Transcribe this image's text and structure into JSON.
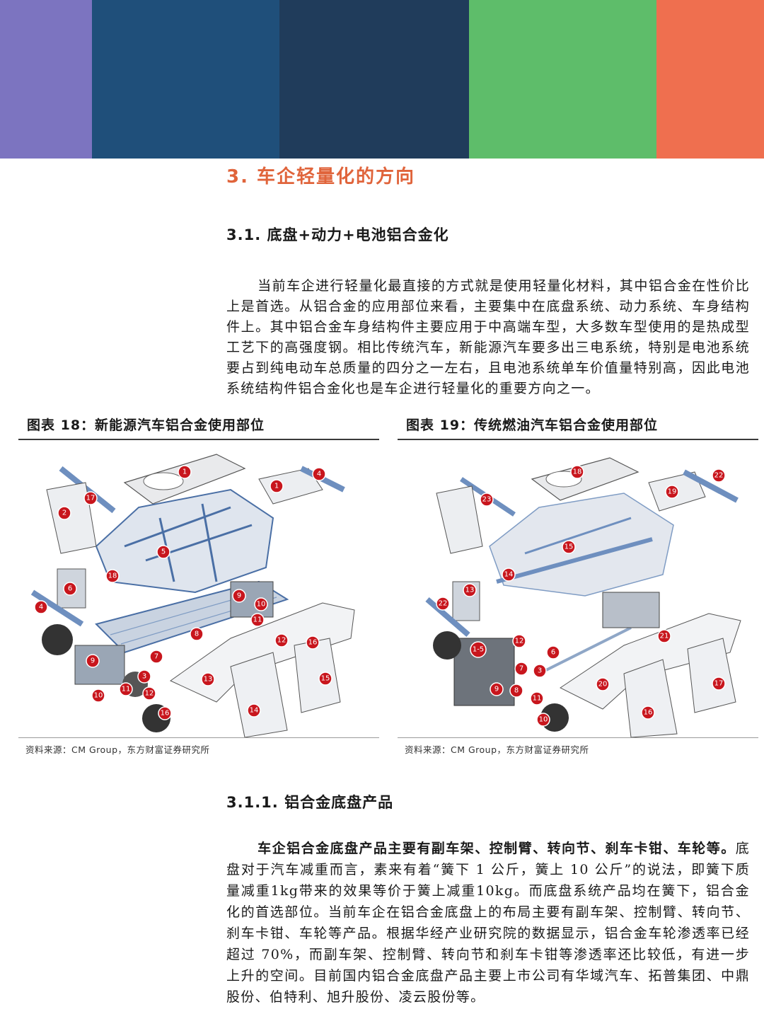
{
  "stripes": [
    {
      "color": "#7c74c0"
    },
    {
      "color": "#1f4f7a"
    },
    {
      "color": "#203c5b"
    },
    {
      "color": "#5ebd6a"
    },
    {
      "color": "#ef6f4f"
    }
  ],
  "section": {
    "title": "3. 车企轻量化的方向",
    "color": "#e0643b"
  },
  "subsection_1": {
    "title": "3.1. 底盘+动力+电池铝合金化"
  },
  "paragraph_1": "当前车企进行轻量化最直接的方式就是使用轻量化材料，其中铝合金在性价比上是首选。从铝合金的应用部位来看，主要集中在底盘系统、动力系统、车身结构件上。其中铝合金车身结构件主要应用于中高端车型，大多数车型使用的是热成型工艺下的高强度钢。相比传统汽车，新能源汽车要多出三电系统，特别是电池系统要占到纯电动车总质量的四分之一左右，且电池系统单车价值量特别高，因此电池系统结构件铝合金化也是车企进行轻量化的重要方向之一。",
  "figure_18": {
    "caption": "图表 18：新能源汽车铝合金使用部位",
    "source": "资料来源：CM Group，东方财富证券研究所",
    "markers": [
      "1",
      "1",
      "4",
      "17",
      "2",
      "5",
      "18",
      "6",
      "4",
      "9",
      "10",
      "11",
      "8",
      "7",
      "9",
      "3",
      "10",
      "11",
      "12",
      "12",
      "16",
      "13",
      "15",
      "14",
      "16"
    ]
  },
  "figure_19": {
    "caption": "图表 19：传统燃油汽车铝合金使用部位",
    "source": "资料来源：CM Group，东方财富证券研究所",
    "markers": [
      "18",
      "22",
      "19",
      "23",
      "15",
      "14",
      "13",
      "22",
      "12",
      "1-5",
      "6",
      "7",
      "3",
      "9",
      "8",
      "11",
      "21",
      "20",
      "17",
      "16",
      "10"
    ]
  },
  "subsection_2": {
    "title": "3.1.1. 铝合金底盘产品"
  },
  "paragraph_2": {
    "lead": "车企铝合金底盘产品主要有副车架、控制臂、转向节、刹车卡钳、车轮等。",
    "body": "底盘对于汽车减重而言，素来有着“簧下 1 公斤，簧上 10 公斤”的说法，即簧下质量减重1kg带来的效果等价于簧上减重10kg。而底盘系统产品均在簧下，铝合金化的首选部位。当前车企在铝合金底盘上的布局主要有副车架、控制臂、转向节、刹车卡钳、车轮等产品。根据华经产业研究院的数据显示，铝合金车轮渗透率已经超过 70%，而副车架、控制臂、转向节和刹车卡钳等渗透率还比较低，有进一步上升的空间。目前国内铝合金底盘产品主要上市公司有华域汽车、拓普集团、中鼎股份、伯特利、旭升股份、凌云股份等。"
  }
}
